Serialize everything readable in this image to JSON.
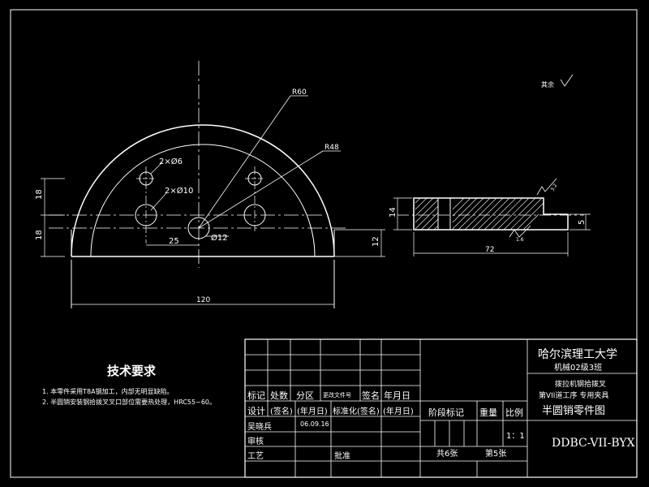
{
  "roughness_note": "其余",
  "front_view": {
    "dims": {
      "r60": "R60",
      "r48": "R48",
      "hole_small": "2×Ø6",
      "hole_mid": "2×Ø10",
      "hole_center": "Ø12",
      "d25": "25",
      "d120": "120",
      "d18_top": "18",
      "d18_bottom": "18",
      "d12": "12"
    }
  },
  "side_view": {
    "dims": {
      "d14": "14",
      "d5": "5",
      "d72": "72",
      "rough1": "3.2",
      "rough2": "1.6"
    }
  },
  "requirements": {
    "title": "技术要求",
    "items": [
      "1. 本零件采用T8A钢加工，内部无明显缺陷。",
      "2. 半圆销安装钢拾拨叉叉口部位需要热处理，HRC55~60。"
    ]
  },
  "title_block": {
    "university": "哈尔滨理工大学",
    "class": "机械02级3班",
    "project_line1": "拨拉机钢拾拨叉",
    "project_line2": "第VII道工序  专用夹具",
    "part_name": "半圆销零件图",
    "drawing_no": "DDBC-VII-BYX",
    "row_labels": {
      "mark": "标记",
      "count": "处数",
      "zone": "分区",
      "change_doc": "更改文件号",
      "sign": "签名",
      "date": "年月日",
      "design": "设计",
      "sign_paren": "(签名)",
      "date_paren": "(年月日)",
      "standard": "标准化",
      "sign_paren2": "(签名)",
      "date_paren2": "(年月日)",
      "designer": "吴晓兵",
      "design_date": "06.09.16",
      "review": "审核",
      "process": "工艺",
      "approve": "批准"
    },
    "stage_mark": "阶段标记",
    "weight": "重量",
    "scale": "比例",
    "scale_value": "1：1",
    "sheets_total": "共6张",
    "sheet_no": "第5张"
  }
}
